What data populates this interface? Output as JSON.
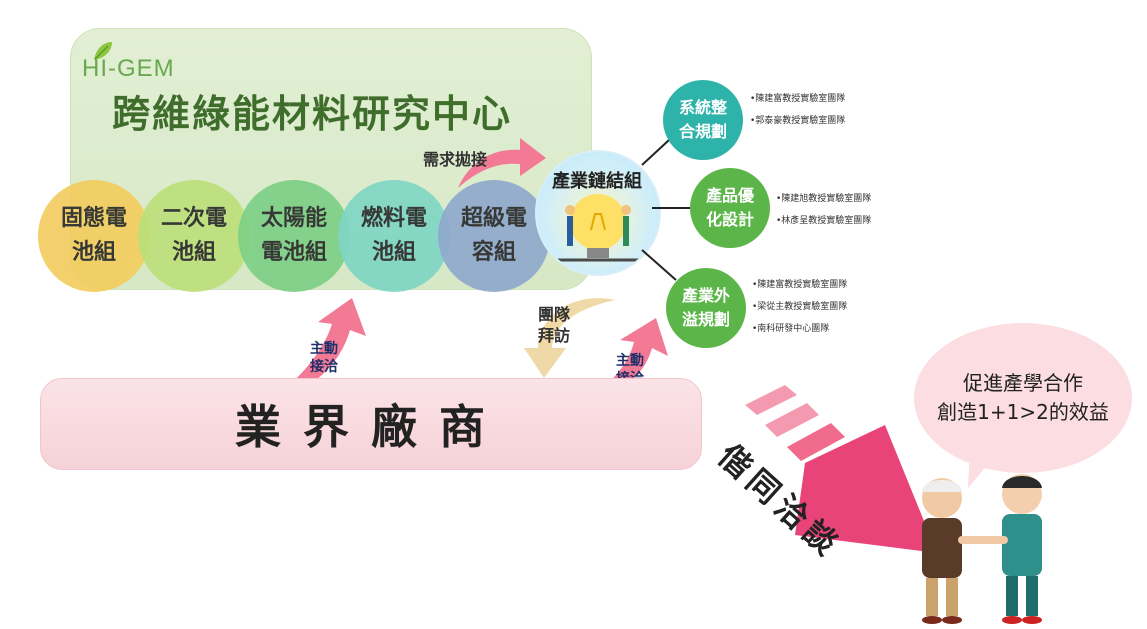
{
  "center": {
    "logo": "HI-GEM",
    "title": "跨維綠能材料研究中心",
    "groups": [
      {
        "line1": "固態電",
        "line2": "池組",
        "color": "#f3cd5f"
      },
      {
        "line1": "二次電",
        "line2": "池組",
        "color": "#bde07a"
      },
      {
        "line1": "太陽能",
        "line2": "電池組",
        "color": "#7dcf86"
      },
      {
        "line1": "燃料電",
        "line2": "池組",
        "color": "#7fd6c4"
      },
      {
        "line1": "超級電",
        "line2": "容組",
        "color": "#8fa9cc"
      }
    ]
  },
  "arrows": {
    "demand": "需求拋接",
    "team_visit_1": "團隊",
    "team_visit_2": "拜訪",
    "active_1_l1": "主動",
    "active_1_l2": "接洽",
    "active_2_l1": "主動",
    "active_2_l2": "接洽"
  },
  "hub": {
    "label": "產業鏈結組"
  },
  "branches": [
    {
      "line1": "系統整",
      "line2": "合規劃",
      "style": "teal",
      "teams": [
        "•陳建富教授實驗室團隊",
        "•郭泰豪教授實驗室團隊"
      ]
    },
    {
      "line1": "產品優",
      "line2": "化設計",
      "style": "green",
      "teams": [
        "•陳建旭教授實驗室團隊",
        "•林彥呈教授實驗室團隊"
      ]
    },
    {
      "line1": "產業外",
      "line2": "溢規劃",
      "style": "green",
      "teams": [
        "•陳建富教授實驗室團隊",
        "•梁從主教授實驗室團隊",
        "•南科研發中心團隊"
      ]
    }
  ],
  "industry": {
    "label": "業界廠商"
  },
  "accompany": "偕同洽談",
  "bubble": {
    "line1": "促進產學合作",
    "line2": "創造1+1>2的效益"
  }
}
